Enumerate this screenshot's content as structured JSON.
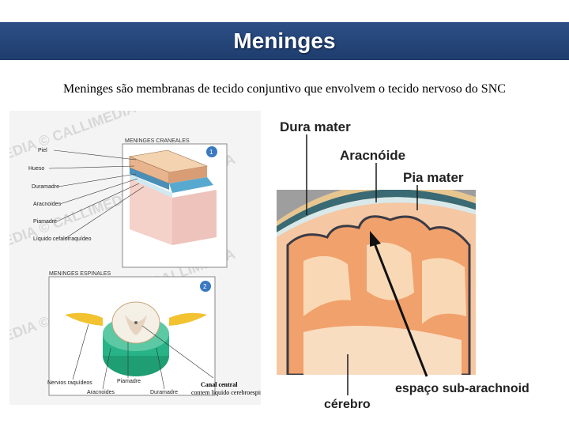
{
  "header": {
    "title": "Meninges"
  },
  "intro": {
    "text": "Meninges são membranas de tecido conjuntivo que envolvem o tecido nervoso do SNC"
  },
  "cranial": {
    "box_title": "MENINGES CRANEALES",
    "badge": "1",
    "labels": [
      "Piel",
      "Hueso",
      "Duramadre",
      "Aracnoides",
      "Piamadre",
      "Líquido cefalorraquídeo"
    ]
  },
  "spinal": {
    "box_title": "MENINGES ESPINALES",
    "badge": "2",
    "labels": [
      "Nervios raquídeos",
      "Aracnoides",
      "Piamadre",
      "Duramadre"
    ]
  },
  "canal": {
    "line1": "Canal central",
    "line2": "contem liquido cerebroespinal"
  },
  "watermark": "MEDIA © CALLIMEDIA © CALLIMEDIA",
  "right": {
    "dura": "Dura mater",
    "aracnoide": "Aracnóide",
    "pia": "Pia mater",
    "espaco": "espaço sub-arachnoid",
    "cerebro": "cérebro"
  }
}
